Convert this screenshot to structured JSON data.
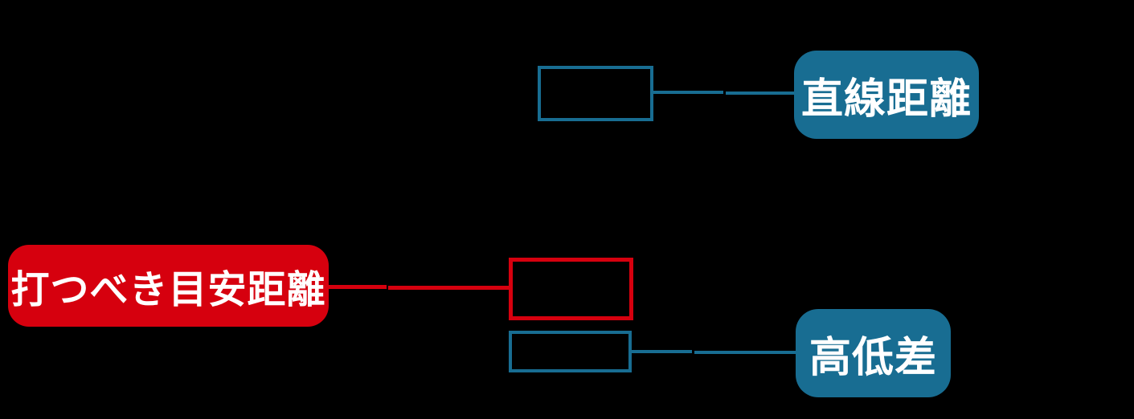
{
  "diagram": {
    "title": "golf-distance-diagram",
    "colors": {
      "teal": "#186d92",
      "red": "#d6000e",
      "text": "#ffffff",
      "background": "#000000"
    },
    "labels": {
      "straight_distance": "直線距離",
      "target_distance": "打つべき目安距離",
      "height_difference": "高低差"
    },
    "nodes": [
      {
        "id": "straight-distance-value-box",
        "type": "empty-box",
        "border": "teal"
      },
      {
        "id": "straight-distance-label",
        "type": "pill",
        "fill": "teal",
        "text": "直線距離"
      },
      {
        "id": "target-distance-label",
        "type": "pill",
        "fill": "red",
        "text": "打つべき目安距離"
      },
      {
        "id": "target-distance-value-box",
        "type": "empty-box",
        "border": "red"
      },
      {
        "id": "height-difference-value-box",
        "type": "empty-box",
        "border": "teal"
      },
      {
        "id": "height-difference-label",
        "type": "pill",
        "fill": "teal",
        "text": "高低差"
      }
    ],
    "connectors": [
      {
        "from": "straight-distance-value-box",
        "to": "straight-distance-label",
        "color": "teal"
      },
      {
        "from": "target-distance-label",
        "to": "target-distance-value-box",
        "color": "red"
      },
      {
        "from": "height-difference-value-box",
        "to": "height-difference-label",
        "color": "teal"
      }
    ]
  }
}
